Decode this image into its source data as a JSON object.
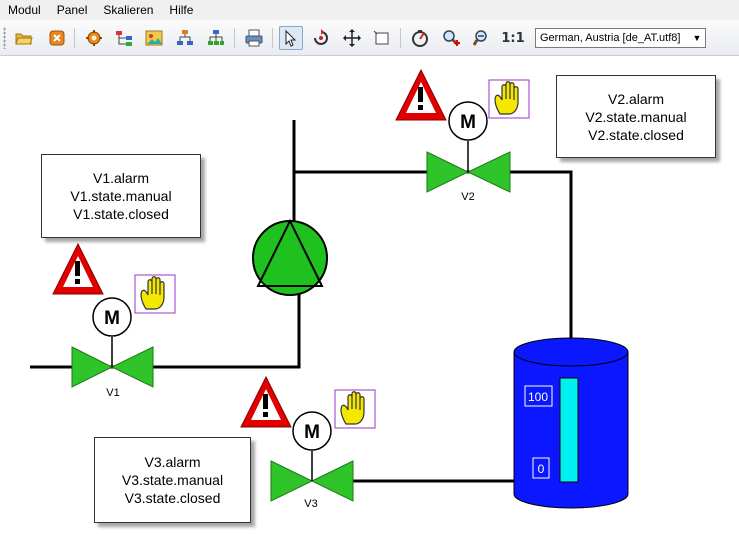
{
  "menu": [
    "Modul",
    "Panel",
    "Skalieren",
    "Hilfe"
  ],
  "toolbar": {
    "buttons": [
      {
        "name": "open-folder-icon"
      },
      {
        "name": "close-icon"
      },
      {
        "name": "settings-gear-icon"
      },
      {
        "name": "tree-view-icon"
      },
      {
        "name": "image-icon"
      },
      {
        "name": "hierarchy-icon"
      },
      {
        "name": "hierarchy-green-icon"
      },
      {
        "name": "print-icon"
      },
      {
        "name": "pointer-icon"
      },
      {
        "name": "rotate-icon"
      },
      {
        "name": "move-icon"
      },
      {
        "name": "resize-icon"
      },
      {
        "name": "gauge-icon"
      },
      {
        "name": "zoom-in-icon"
      },
      {
        "name": "zoom-out-icon"
      }
    ],
    "zoom_reset_label": "1:1",
    "language_value": "German, Austria [de_AT.utf8]"
  },
  "valves": {
    "v1": {
      "label": "V1",
      "motor_label": "M",
      "info": [
        "V1.alarm",
        "V1.state.manual",
        "V1.state.closed"
      ]
    },
    "v2": {
      "label": "V2",
      "motor_label": "M",
      "info": [
        "V2.alarm",
        "V2.state.manual",
        "V2.state.closed"
      ]
    },
    "v3": {
      "label": "V3",
      "motor_label": "M",
      "info": [
        "V3.alarm",
        "V3.state.manual",
        "V3.state.closed"
      ]
    }
  },
  "tank": {
    "scale_max": "100",
    "scale_min": "0"
  },
  "colors": {
    "valve": "#2fc42a",
    "pump": "#1fc11f",
    "tank": "#0b18ff",
    "tank_level": "#00f0f0",
    "alarm": "#e00000",
    "hand": "#f4e800"
  }
}
